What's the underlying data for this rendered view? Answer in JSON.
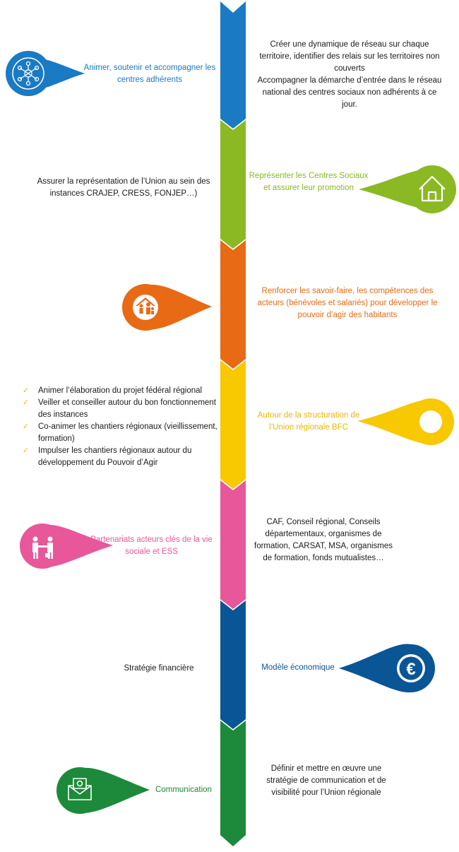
{
  "colors": {
    "blue": "#1a7ac4",
    "lime": "#8ab923",
    "orange": "#e86a14",
    "yellow": "#f8c800",
    "pink": "#e8579a",
    "navy": "#0a5596",
    "green": "#1c8a3a"
  },
  "steps": [
    {
      "id": "animer",
      "title": "Animer, soutenir et accompagner les centres adhérents",
      "icon": "network-icon",
      "description": [
        "Créer une dynamique de réseau sur chaque territoire, identifier des relais sur les territoires non couverts",
        "Accompagner la démarche d’entrée dans le réseau national des centres sociaux non adhérents à ce jour."
      ]
    },
    {
      "id": "representer",
      "title": "Représenter les Centres Sociaux et assurer leur promotion",
      "icon": "house-icon",
      "description": "Assurer la représentation de l’Union au sein des instances CRAJEP, CRESS, FONJEP…)"
    },
    {
      "id": "renforcer",
      "title": "Renforcer les savoir-faire, les compétences des acteurs (bénévoles et salariés) pour développer le pouvoir d’agir des habitants",
      "icon": "family-house-icon",
      "description": ""
    },
    {
      "id": "structuration",
      "title": "Autour de la structuration de l’Union régionale BFC",
      "icon": "ring-icon",
      "checklist": [
        "Animer l’élaboration du projet fédéral régional",
        "Veiller et conseiller autour du bon fonctionnement des instances",
        "Co-animer les chantiers régionaux (vieillissement, formation)",
        "Impulser les chantiers régionaux autour du développement du Pouvoir d’Agir"
      ]
    },
    {
      "id": "partenariats",
      "title": "Partenariats acteurs clés de la vie sociale et ESS",
      "icon": "handshake-icon",
      "description": "CAF, Conseil régional, Conseils départementaux, organismes de formation, CARSAT, MSA, organismes de formation, fonds mutualistes…"
    },
    {
      "id": "modele",
      "title": "Modèle économique",
      "icon": "euro-icon",
      "description": "Stratégie financière"
    },
    {
      "id": "communication",
      "title": "Communication",
      "icon": "envelope-icon",
      "description": "Définir et mettre en œuvre une stratégie de communication et de visibilité pour l’Union régionale"
    }
  ]
}
